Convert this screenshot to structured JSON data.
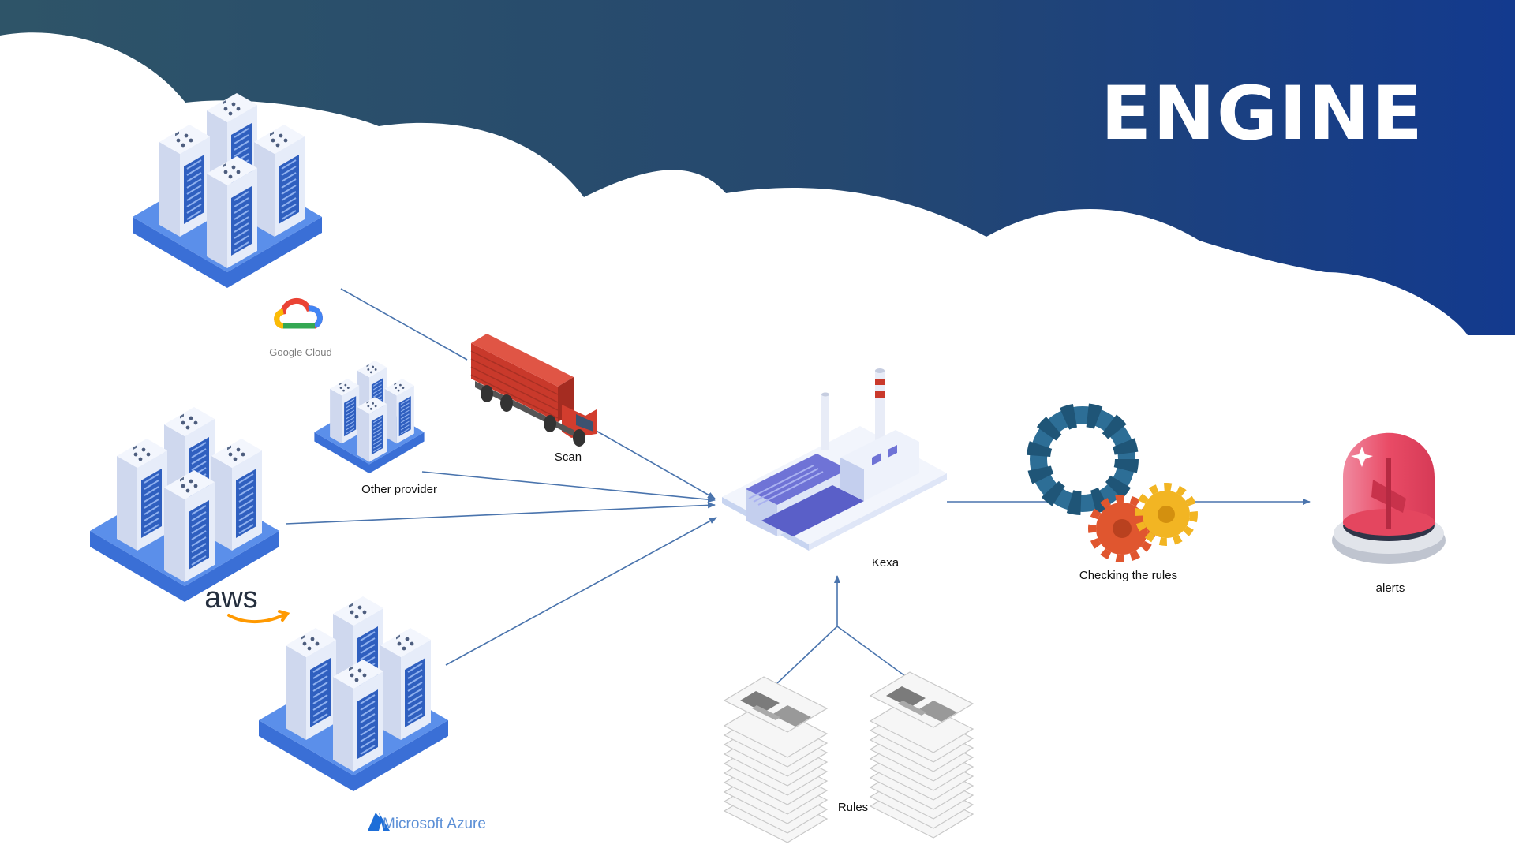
{
  "slide": {
    "title": "ENGINE"
  },
  "colors": {
    "header_dark": "#2d5068",
    "header_blue": "#133a8e",
    "connector": "#4a74ad",
    "server_face": "#dfe6f7",
    "server_top": "#eef2fb",
    "server_base": "#4f86e6",
    "truck_red": "#c9392b",
    "alert_red": "#e94b66"
  },
  "providers": {
    "google": {
      "brand_label": "Google Cloud"
    },
    "other": {
      "label": "Other provider"
    },
    "aws": {
      "brand_label": "aws"
    },
    "azure": {
      "brand_label": "Microsoft Azure"
    }
  },
  "nodes": {
    "scan": {
      "label": "Scan"
    },
    "kexa": {
      "label": "Kexa"
    },
    "checking": {
      "label": "Checking the rules"
    },
    "alerts": {
      "label": "alerts"
    },
    "rules": {
      "label": "Rules"
    }
  }
}
